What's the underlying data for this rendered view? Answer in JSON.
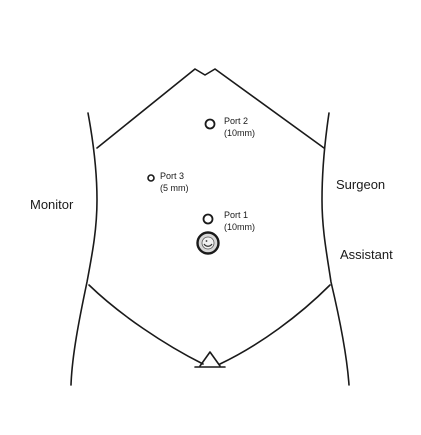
{
  "roles": {
    "monitor": "Monitor",
    "surgeon": "Surgeon",
    "assistant": "Assistant"
  },
  "ports": {
    "port1": {
      "name": "Port 1",
      "size": "(10mm)"
    },
    "port2": {
      "name": "Port 2",
      "size": "(10mm)"
    },
    "port3": {
      "name": "Port 3",
      "size": "(5 mm)"
    }
  },
  "colors": {
    "outline": "#1a1a1a",
    "background": "#ffffff"
  }
}
